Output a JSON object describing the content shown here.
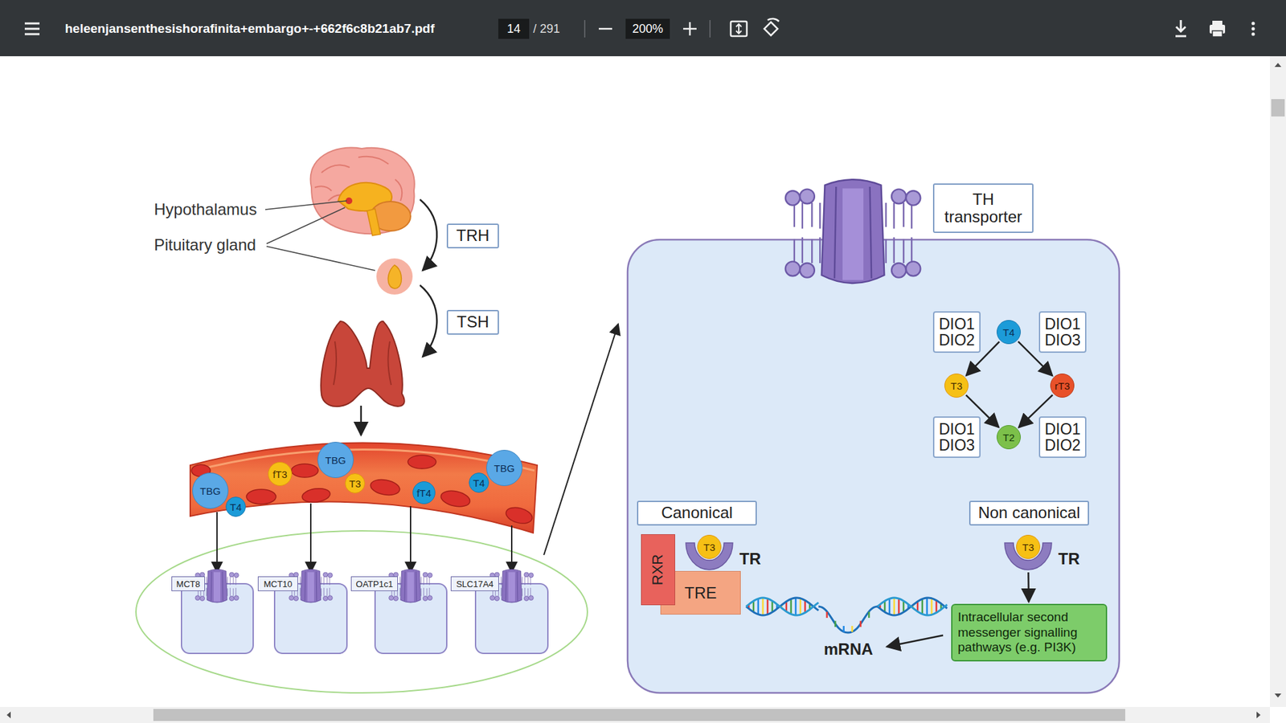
{
  "diagram": {
    "nodes": [
      {
        "text": [
          "TRH"
        ]
      },
      {
        "text": [
          "TSH"
        ]
      },
      {
        "text": [
          "TBG"
        ]
      },
      {
        "text": [
          "T4"
        ]
      },
      {
        "text": [
          "fT3"
        ]
      },
      {
        "text": [
          "TBG"
        ]
      },
      {
        "text": [
          "T3"
        ]
      },
      {
        "text": [
          "fT4"
        ]
      },
      {
        "text": [
          "T4"
        ]
      },
      {
        "text": [
          "TBG"
        ]
      },
      {
        "text": [
          "MCT8"
        ]
      },
      {
        "text": [
          "MCT10"
        ]
      },
      {
        "text": [
          "OATP1c1"
        ]
      },
      {
        "text": [
          "SLC17A4"
        ]
      },
      {
        "text": [
          "TH transporter"
        ]
      },
      {
        "text": [
          "DIO1 DIO2"
        ]
      },
      {
        "text": [
          "T4"
        ]
      },
      {
        "text": [
          "DIO1 DIO3"
        ]
      },
      {
        "text": [
          "T3"
        ]
      },
      {
        "text": [
          "rT3"
        ]
      },
      {
        "text": [
          "DIO1 DIO3"
        ]
      },
      {
        "text": [
          "T2"
        ]
      },
      {
        "text": [
          "DIO1 DIO2"
        ]
      },
      {
        "text": [
          "Canonical"
        ]
      },
      {
        "text": [
          "Non canonical"
        ]
      },
      {
        "text": [
          "RXR"
        ]
      },
      {
        "text": [
          "T3"
        ]
      },
      {
        "text": [
          "TRE"
        ]
      },
      {
        "text": [
          "T3"
        ]
      },
      {
        "text": [
          "Intracellular second messenger signalling pathways (e.g. PI3K)"
        ]
      }
    ],
    "edges": [
      {
        "from": 16,
        "to": 18,
        "arrow": "to"
      },
      {
        "from": 16,
        "to": 19,
        "arrow": "to"
      },
      {
        "from": 18,
        "to": 21,
        "arrow": "to"
      },
      {
        "from": 19,
        "to": 21,
        "arrow": "to"
      },
      {
        "from": 28,
        "to": 29,
        "arrow": "to"
      }
    ],
    "labels": [
      "heleenjansenthesishorafinita+embargo+-+662f6c8b21ab7.pdf",
      "14",
      "/ 291",
      "200%",
      "Hypothalamus",
      "Pituitary gland",
      "TR",
      "TR",
      "mRNA"
    ]
  }
}
